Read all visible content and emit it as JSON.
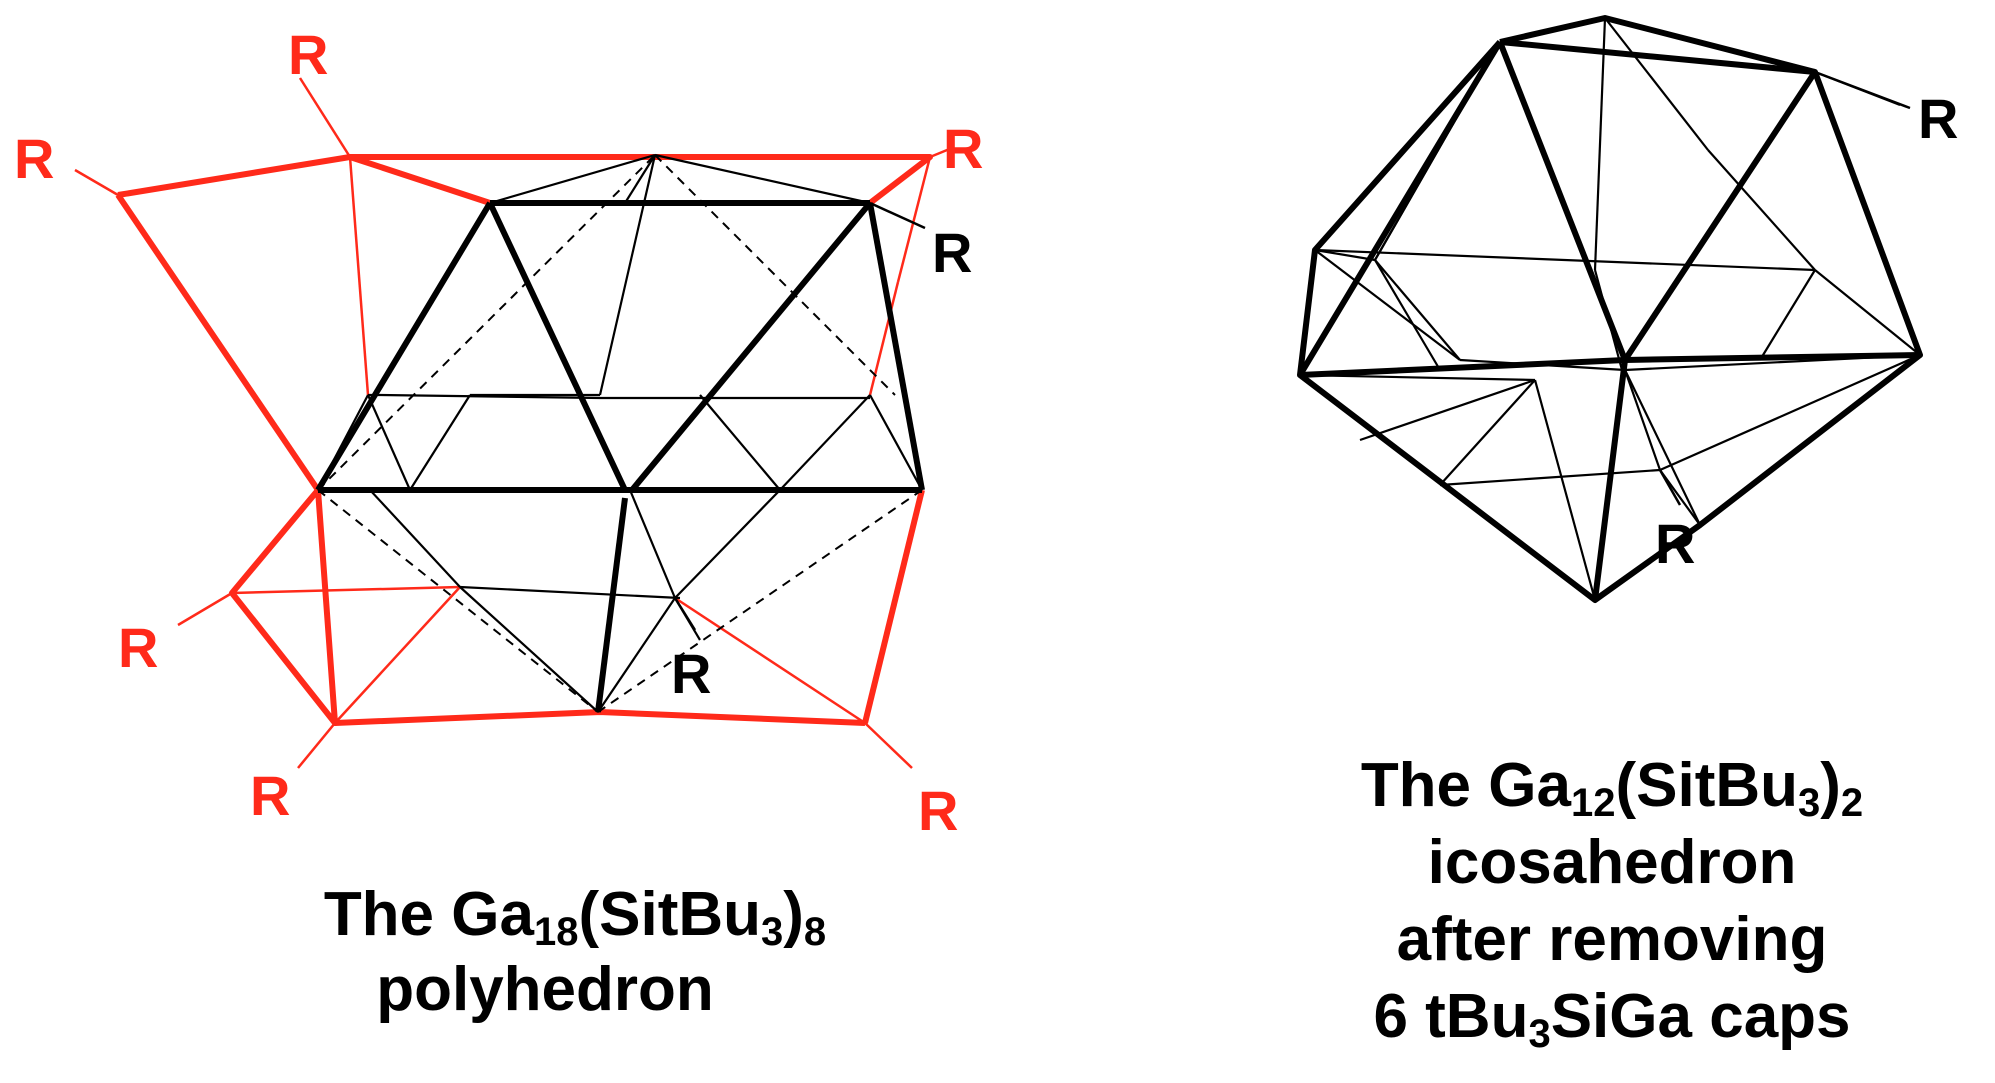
{
  "colors": {
    "red": "#ff2a1a",
    "black": "#000000"
  },
  "r_label": "R",
  "left": {
    "caption": {
      "line1": {
        "a": "The Ga",
        "s1": "18",
        "b": "(SitBu",
        "s2": "3",
        "c": ")",
        "s3": "8"
      },
      "line2": "polyhedron"
    }
  },
  "right": {
    "caption": {
      "line1": {
        "a": "The Ga",
        "s1": "12",
        "b": "(SitBu",
        "s2": "3",
        "c": ")",
        "s3": "2"
      },
      "line2": "icosahedron",
      "line3": "after removing",
      "line4": {
        "a": "6 tBu",
        "s1": "3",
        "b": "SiGa caps"
      }
    }
  }
}
